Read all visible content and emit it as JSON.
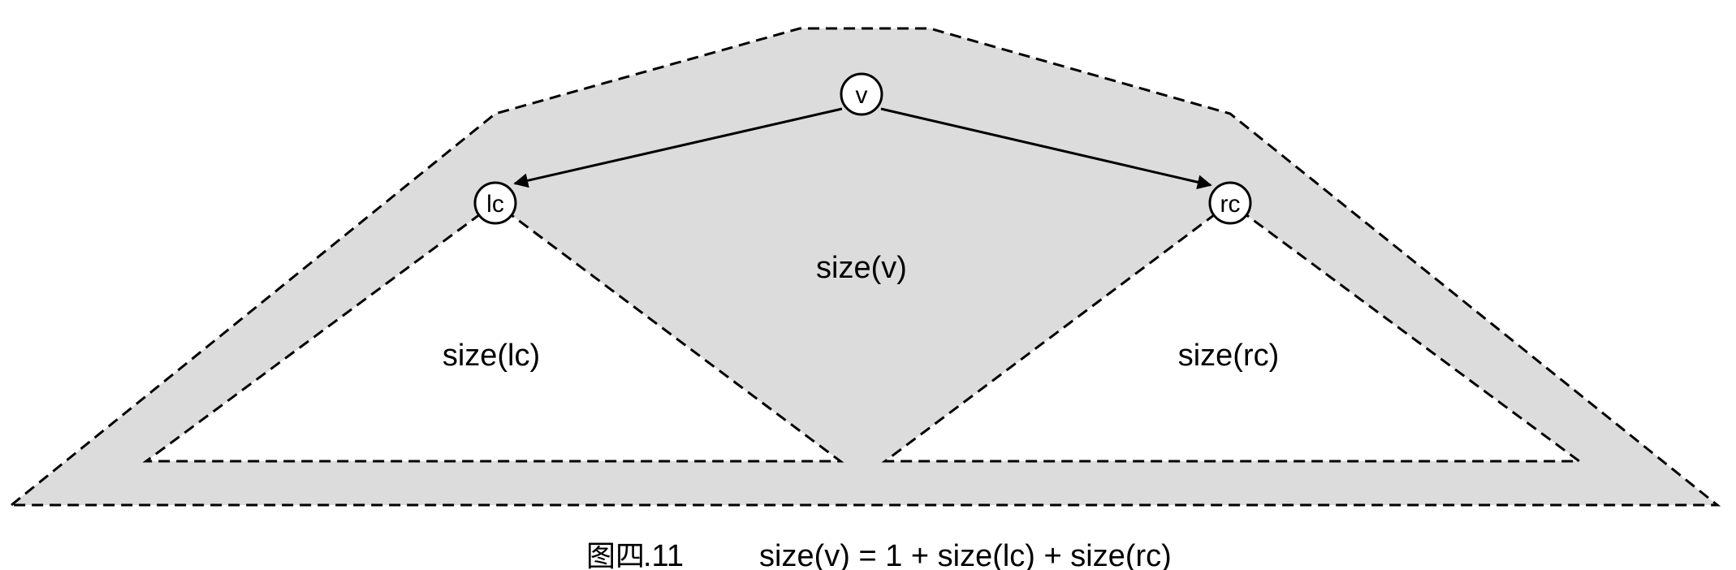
{
  "diagram": {
    "nodes": {
      "root": "v",
      "left_child": "lc",
      "right_child": "rc"
    },
    "labels": {
      "whole_tree": "size(v)",
      "left_subtree": "size(lc)",
      "right_subtree": "size(rc)"
    },
    "colors": {
      "shaded_region": "#dcdcdc",
      "subtree_fill": "#ffffff",
      "stroke": "#000000"
    }
  },
  "caption": {
    "figure_prefix": "图四",
    "figure_number": ".11",
    "formula": "size(v) = 1 + size(lc) + size(rc)"
  }
}
